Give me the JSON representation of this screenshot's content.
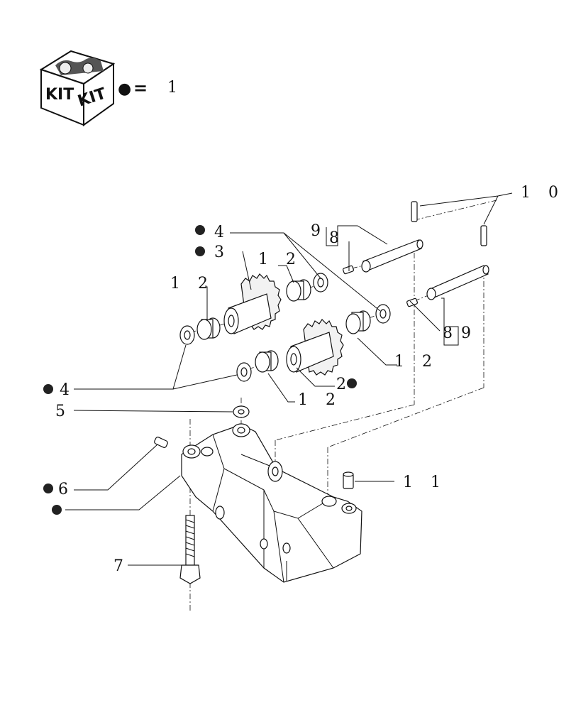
{
  "kit_legend": {
    "icon": "kit-box-icon",
    "box_text_left": "KIT",
    "box_text_right": "KIT",
    "marker": "●",
    "equals": "=",
    "value": "1"
  },
  "callouts": {
    "c4_top": "4",
    "c3": "3",
    "c12_a": "1 2",
    "c12_b": "1 2",
    "c9_top": "9",
    "c8_top": "8",
    "c10": "1 0",
    "c8_right": "8",
    "c9_right": "9",
    "c12_c": "1 2",
    "c12_d": "1 2",
    "c2": "2",
    "c4_left": "4",
    "c5": "5",
    "c6": "6",
    "c11": "1 1",
    "c7": "7"
  }
}
